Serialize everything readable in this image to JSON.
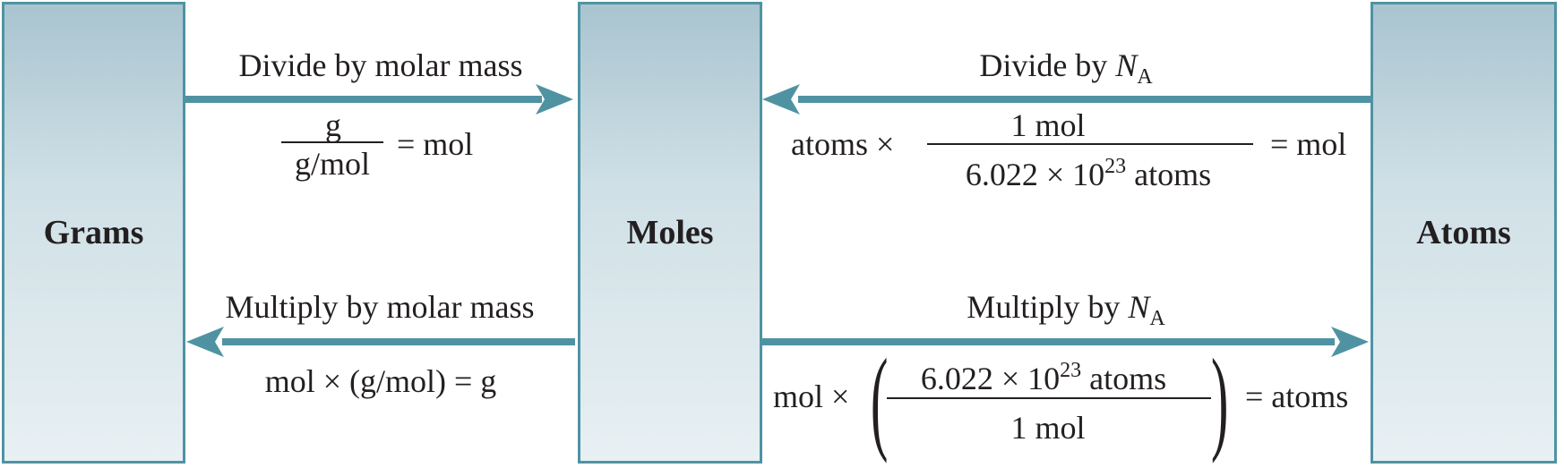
{
  "boxes": {
    "grams": "Grams",
    "moles": "Moles",
    "atoms": "Atoms"
  },
  "grams_to_moles": {
    "label": "Divide by molar mass",
    "numerator": "g",
    "denominator": "g/mol",
    "result": "= mol"
  },
  "atoms_to_moles": {
    "label_prefix": "Divide by ",
    "label_symbol": "N",
    "label_subscript": "A",
    "lhs": "atoms ×",
    "numerator": "1 mol",
    "denominator_base": "6.022 × 10",
    "denominator_exp": "23",
    "denominator_unit": " atoms",
    "result": "= mol"
  },
  "moles_to_grams": {
    "label": "Multiply by molar mass",
    "equation": "mol × (g/mol) = g"
  },
  "moles_to_atoms": {
    "label_prefix": "Multiply by ",
    "label_symbol": "N",
    "label_subscript": "A",
    "lhs": "mol ×",
    "numerator_base": "6.022 × 10",
    "numerator_exp": "23",
    "numerator_unit": " atoms",
    "denominator": "1 mol",
    "result": "= atoms"
  },
  "colors": {
    "arrow": "#4f93a3",
    "box_border": "#4f93a3",
    "box_top": "#a9c4d0",
    "box_bottom": "#e8f0f3",
    "text": "#231f20"
  }
}
